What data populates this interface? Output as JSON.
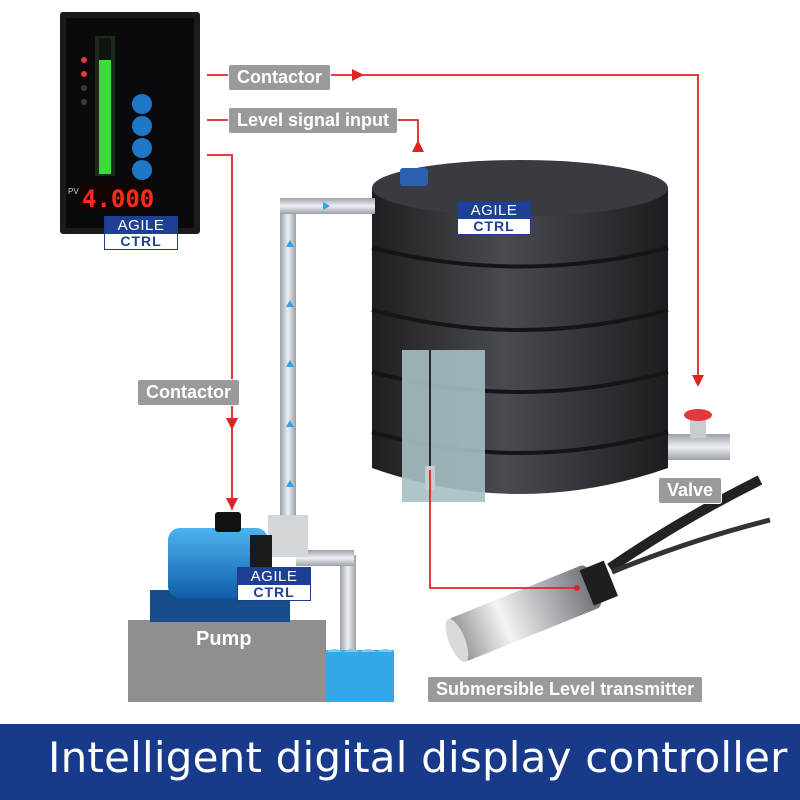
{
  "labels": {
    "contactor_top": "Contactor",
    "level_signal": "Level signal input",
    "contactor_left": "Contactor",
    "valve": "Valve",
    "pump": "Pump",
    "transmitter": "Submersible Level transmitter"
  },
  "display": {
    "reading": "4.000",
    "side_label": "PV"
  },
  "brand": {
    "top": "AGILE",
    "bottom": "CTRL"
  },
  "footer": {
    "title": "Intelligent digital display controller"
  },
  "colors": {
    "signal_line": "#e02424",
    "pipe": "#c8ccd0",
    "tank": "#2f2f33",
    "footer": "#183a8a",
    "pump": "#1f8ad8"
  }
}
